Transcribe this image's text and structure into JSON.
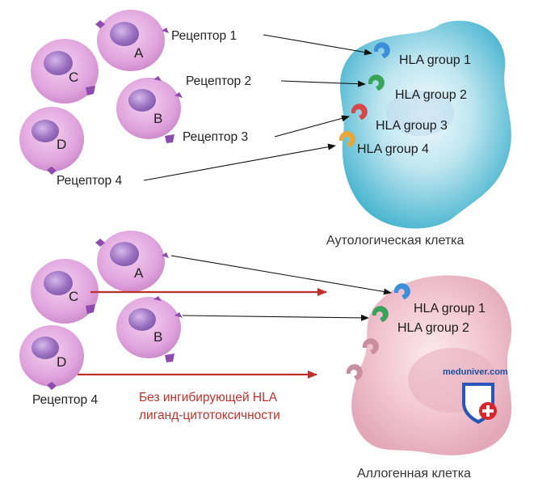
{
  "top": {
    "cells": [
      {
        "id": "A",
        "letter": "A"
      },
      {
        "id": "B",
        "letter": "B"
      },
      {
        "id": "C",
        "letter": "C"
      },
      {
        "id": "D",
        "letter": "D"
      }
    ],
    "receptors": [
      "Рецептор 1",
      "Рецептор 2",
      "Рецептор 3",
      "Рецептор 4"
    ],
    "hla": [
      "HLA group 1",
      "HLA group 2",
      "HLA group 3",
      "HLA group 4"
    ],
    "caption": "Аутологическая клетка"
  },
  "bottom": {
    "cells": [
      {
        "id": "A",
        "letter": "A"
      },
      {
        "id": "B",
        "letter": "B"
      },
      {
        "id": "C",
        "letter": "C"
      },
      {
        "id": "D",
        "letter": "D"
      }
    ],
    "receptor_label": "Рецептор 4",
    "hla": [
      "HLA group 1",
      "HLA group 2"
    ],
    "red_text": [
      "Без ингибирующей HLA",
      "лиганд-цитотоксичности"
    ],
    "caption": "Аллогенная клетка"
  },
  "watermark": "meduniver.com",
  "colors": {
    "nk_cell": "#e3a6e0",
    "nucleus": "#9b6fbe",
    "autologous_cell": "#6cc6dc",
    "allogeneic_cell": "#f1c2cf",
    "arrow_red": "#c0302a",
    "hla1": "#3b8fd9",
    "hla2": "#3aa35a",
    "hla3": "#d64848",
    "hla4": "#e8a73a"
  }
}
